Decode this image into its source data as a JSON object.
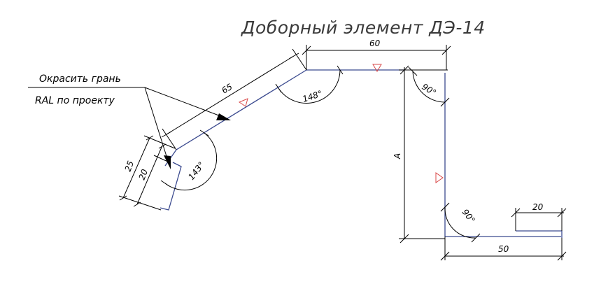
{
  "drawing": {
    "title": "Доборный элемент ДЭ-14",
    "note": {
      "line1": "Окрасить грань",
      "line2": "RAL по проекту"
    },
    "dimensions": {
      "top_length": "60",
      "slope_length": "65",
      "edge_25": "25",
      "edge_20": "20",
      "height": "A",
      "bottom_length": "50",
      "end_flange": "20"
    },
    "angles": {
      "top_bend": "148°",
      "left_bend": "143°",
      "right_top_bend": "90°",
      "bottom_bend": "90°"
    },
    "colors": {
      "profile": "#3b4a8f",
      "dimension": "#000000",
      "paint_marker": "#d94a4a",
      "title": "#3a3a3a"
    }
  }
}
